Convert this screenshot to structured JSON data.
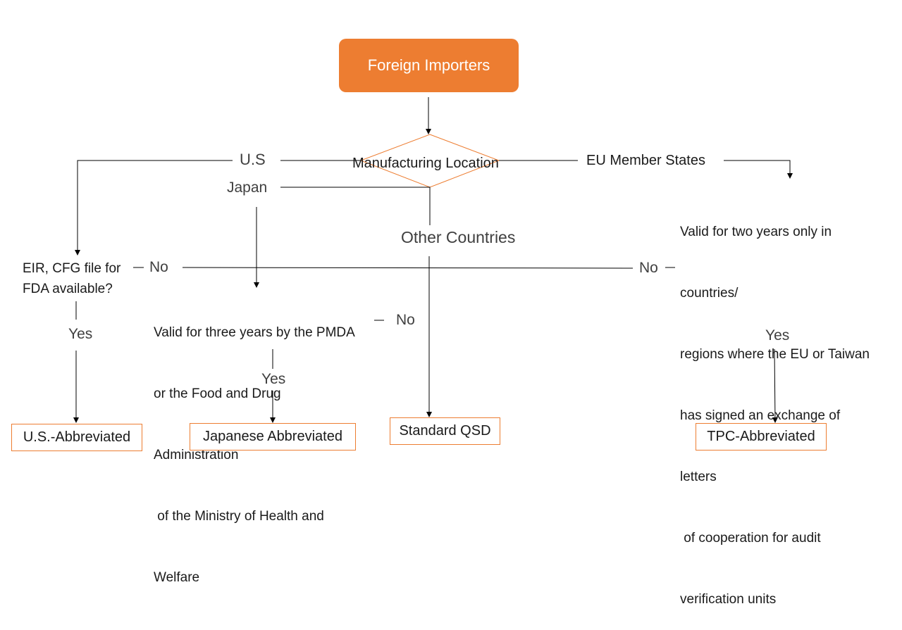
{
  "start": {
    "label": "Foreign Importers"
  },
  "decision": {
    "label": "Manufacturing Location"
  },
  "branches": {
    "us": "U.S",
    "japan": "Japan",
    "eu": "EU Member States",
    "other": "Other Countries"
  },
  "conditions": {
    "us": [
      "EIR, CFG file for",
      "FDA available?"
    ],
    "japan": [
      "Valid for three years by the PMDA",
      "or the Food and Drug",
      "Administration",
      " of the Ministry of Health and",
      "Welfare"
    ],
    "eu": [
      "Valid for two years only in",
      "countries/",
      "regions where the EU or Taiwan",
      "has signed an exchange of",
      "letters",
      " of cooperation for audit",
      "verification units"
    ]
  },
  "answers": {
    "no_us": "No",
    "no_eu": "No",
    "no_japan": "No",
    "yes_us": "Yes",
    "yes_japan": "Yes",
    "yes_eu": "Yes"
  },
  "outcomes": {
    "us": "U.S.-Abbreviated",
    "japan": "Japanese Abbreviated",
    "standard": "Standard QSD",
    "tpc": "TPC-Abbreviated"
  },
  "colors": {
    "accent": "#ed7d31",
    "line": "#000000",
    "text": "#404040"
  }
}
